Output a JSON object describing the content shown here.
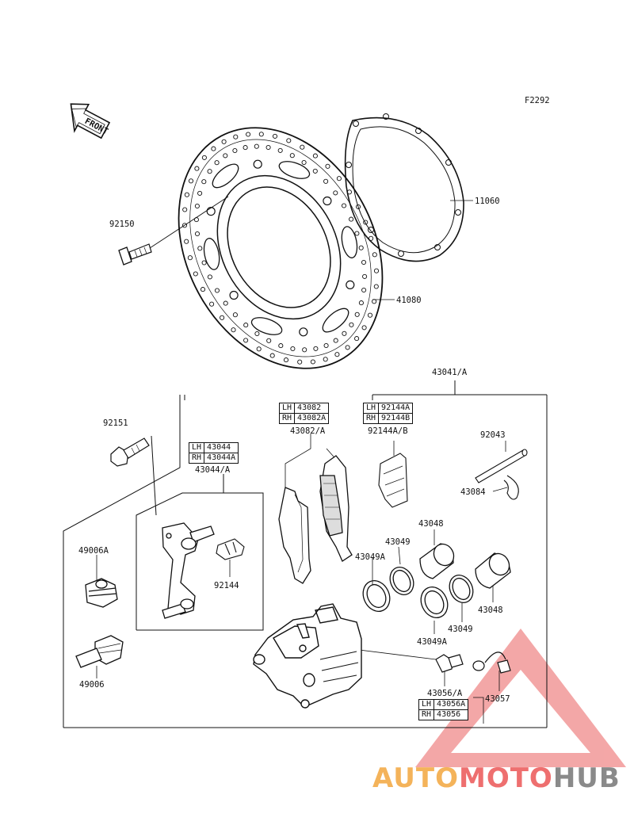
{
  "diagram": {
    "figure_code": "F2292",
    "front_marker": "FRONT",
    "labels": {
      "p92150": "92150",
      "p11060": "11060",
      "p41080": "41080",
      "p43041": "43041/A",
      "p92151": "92151",
      "p43044a": "43044/A",
      "p43082a": "43082/A",
      "p92144ab": "92144A/B",
      "p92043": "92043",
      "p43084": "43084",
      "p43048_top": "43048",
      "p43049_top": "43049",
      "p43049a_top": "43049A",
      "p49006a": "49006A",
      "p92144": "92144",
      "p43048_bot": "43048",
      "p43049_bot": "43049",
      "p43049a_bot": "43049A",
      "p49006": "49006",
      "p43056a": "43056/A",
      "p43057": "43057"
    },
    "tables": {
      "t43044": [
        {
          "side": "LH",
          "part": "43044"
        },
        {
          "side": "RH",
          "part": "43044A"
        }
      ],
      "t43082": [
        {
          "side": "LH",
          "part": "43082"
        },
        {
          "side": "RH",
          "part": "43082A"
        }
      ],
      "t92144": [
        {
          "side": "LH",
          "part": "92144A"
        },
        {
          "side": "RH",
          "part": "92144B"
        }
      ],
      "t43056": [
        {
          "side": "LH",
          "part": "43056A"
        },
        {
          "side": "RH",
          "part": "43056"
        }
      ]
    }
  },
  "watermark": {
    "part1": "AUTO",
    "part2": "MOTO",
    "part3": "HUB",
    "colors": {
      "auto": "#f4b35a",
      "moto": "#ee6f6f",
      "hub": "#8a8a8a",
      "triangle": "#f08a8a"
    }
  }
}
